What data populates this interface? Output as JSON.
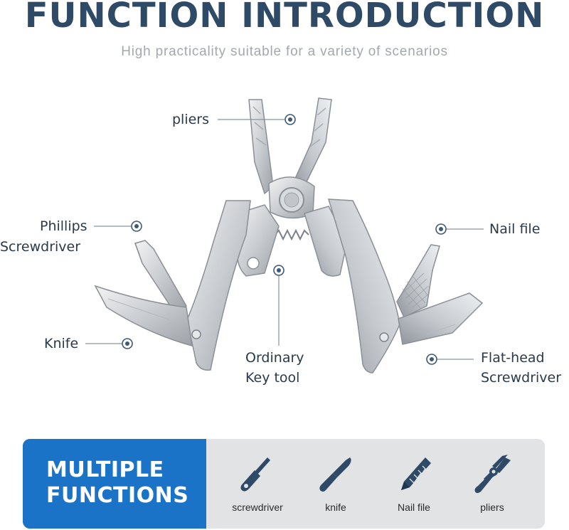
{
  "header": {
    "title": "FUNCTION INTRODUCTION",
    "subtitle": "High practicality suitable for a variety of scenarios"
  },
  "callouts": {
    "pliers": "pliers",
    "phillips_line1": "Phillips",
    "phillips_line2": "Screwdriver",
    "knife": "Knife",
    "key_line1": "Ordinary",
    "key_line2": "Key tool",
    "nail_file": "Nail file",
    "flathead_line1": "Flat-head",
    "flathead_line2": "Screwdriver"
  },
  "banner": {
    "title_line1": "MULTIPLE",
    "title_line2": "FUNCTIONS",
    "items": [
      {
        "label": "screwdriver",
        "icon": "screwdriver-icon"
      },
      {
        "label": "knife",
        "icon": "knife-icon"
      },
      {
        "label": "Nail file",
        "icon": "nail-file-icon"
      },
      {
        "label": "pliers",
        "icon": "pliers-icon"
      }
    ]
  },
  "colors": {
    "title": "#2f4a66",
    "subtitle": "#a3a8ae",
    "callout": "#2b3a4a",
    "banner_blue": "#1a73c7",
    "banner_grey": "#e2e3e5",
    "dot": "#3d5a78"
  }
}
